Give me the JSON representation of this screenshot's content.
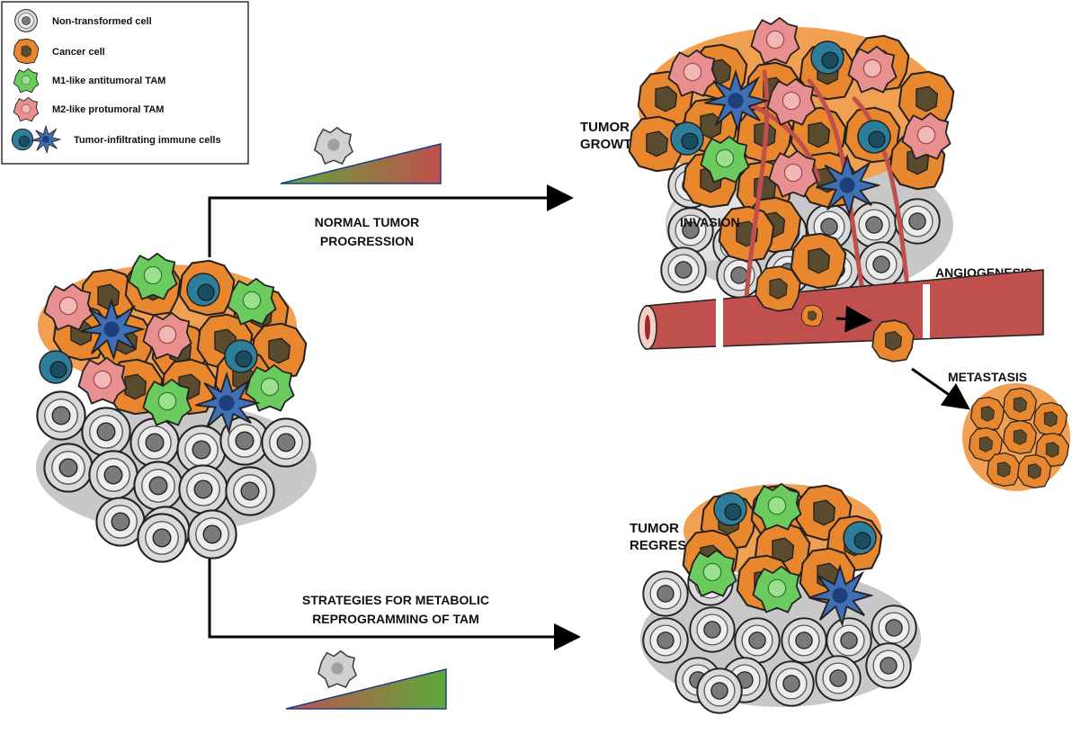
{
  "legend": {
    "items": [
      {
        "label": "Non-transformed cell",
        "icon": "non-transformed-cell-icon"
      },
      {
        "label": "Cancer cell",
        "icon": "cancer-cell-icon"
      },
      {
        "label": "M1-like antitumoral TAM",
        "icon": "m1-tam-icon"
      },
      {
        "label": "M2-like protumoral TAM",
        "icon": "m2-tam-icon"
      },
      {
        "label": "Tumor-infiltrating immune cells",
        "icon": "immune-cells-icon"
      }
    ]
  },
  "labels": {
    "normal_progression_line1": "NORMAL TUMOR",
    "normal_progression_line2": "PROGRESSION",
    "tumor_growth_line1": "TUMOR",
    "tumor_growth_line2": "GROWTH",
    "invasion": "INVASION",
    "angiogenesis": "ANGIOGENESIS",
    "metastasis": "METASTASIS",
    "tumor_regression_line1": "TUMOR",
    "tumor_regression_line2": "REGRESSION",
    "strategies_line1": "STRATEGIES FOR METABOLIC",
    "strategies_line2": "REPROGRAMMING OF TAM"
  },
  "colors": {
    "cancer": "#E8872E",
    "cancer_nucleus": "#5A4A2E",
    "cancer_halo": "#F0A050",
    "normal": "#D9D9D9",
    "normal_nucleus": "#7A7A7A",
    "m1": "#6CCB5F",
    "m2": "#E89090",
    "immune_teal": "#2E7D9A",
    "immune_blue": "#3F6FB5",
    "vessel": "#C0504D",
    "tissue_bg": "#C8C8C8",
    "gradient_green": "#5FA83A",
    "gradient_red": "#C0504D"
  }
}
